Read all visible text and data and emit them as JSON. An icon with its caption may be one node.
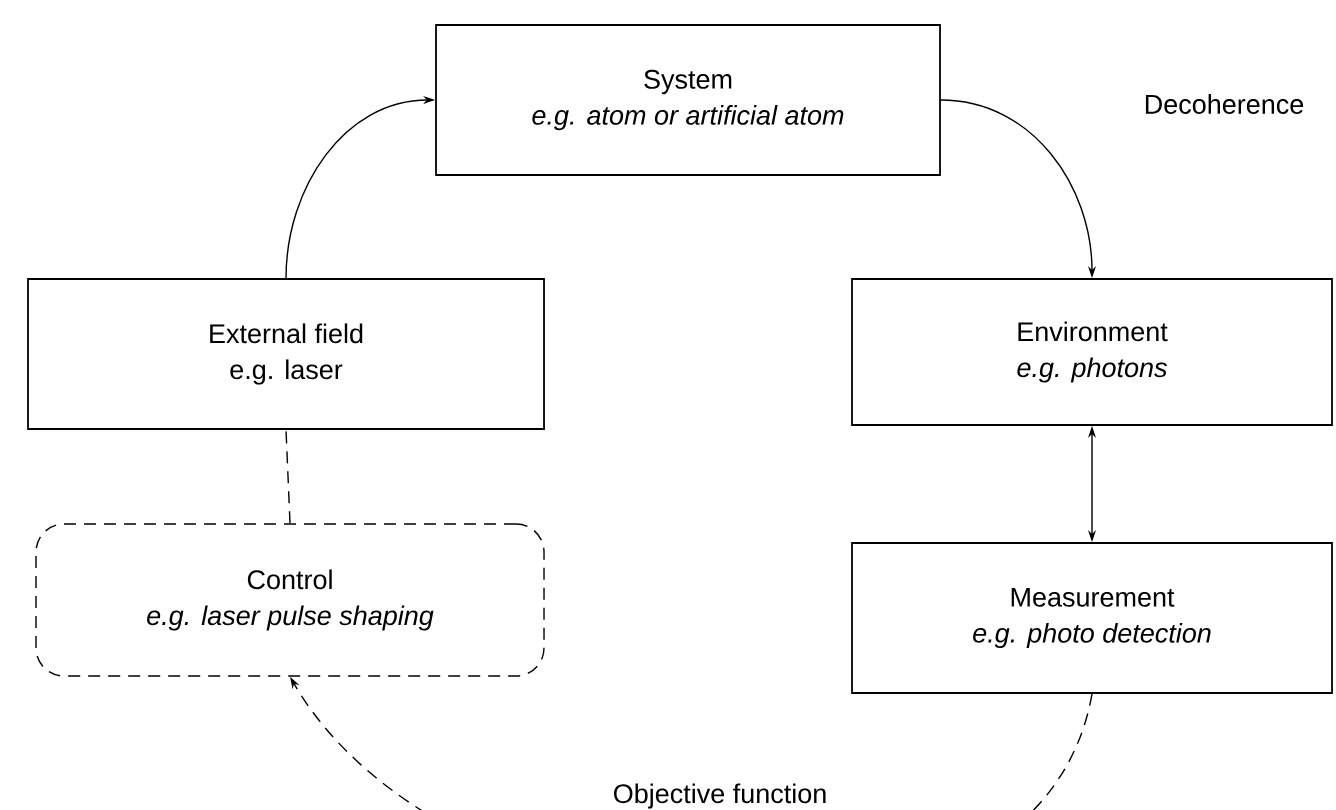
{
  "diagram": {
    "nodes": [
      {
        "text": [
          "System",
          "e.g. atom or artificial atom"
        ]
      },
      {
        "text": [
          "External field",
          "e.g. laser"
        ]
      },
      {
        "text": [
          "Environment",
          "e.g. photons"
        ]
      },
      {
        "text": [
          "Control",
          "e.g. laser pulse shaping"
        ]
      },
      {
        "text": [
          "Measurement",
          "e.g. photo detection"
        ]
      }
    ],
    "edges": [
      {
        "from": 1,
        "to": 0,
        "arrow": "to"
      },
      {
        "from": 0,
        "to": 2,
        "arrow": "to",
        "label": "Decoherence"
      },
      {
        "from": 2,
        "to": 4,
        "arrow": "both"
      },
      {
        "from": 3,
        "to": 1,
        "arrow": "none",
        "style": "dashed"
      },
      {
        "from": 4,
        "to": 3,
        "arrow": "to",
        "style": "dashed",
        "label": "Objective function"
      }
    ]
  }
}
